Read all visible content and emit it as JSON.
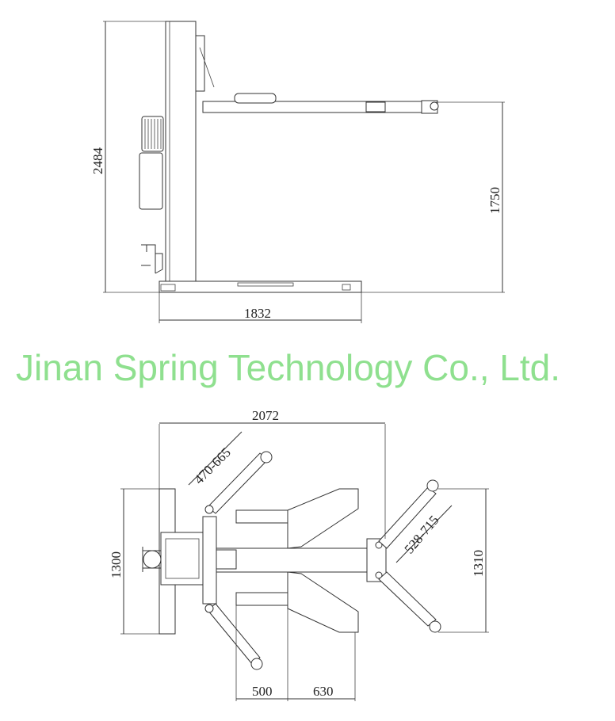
{
  "watermark": "Jinan Spring Technology Co., Ltd.",
  "side_view": {
    "height_total": "2484",
    "lift_height": "1750",
    "base_length": "1832"
  },
  "top_view": {
    "overall_width": "2072",
    "column_depth": "1300",
    "arm_range_front": "470-665",
    "arm_range_rear": "528-715",
    "span_right": "1310",
    "base_a": "500",
    "base_b": "630"
  },
  "colors": {
    "watermark": "#8fe08f",
    "line": "#333333"
  }
}
